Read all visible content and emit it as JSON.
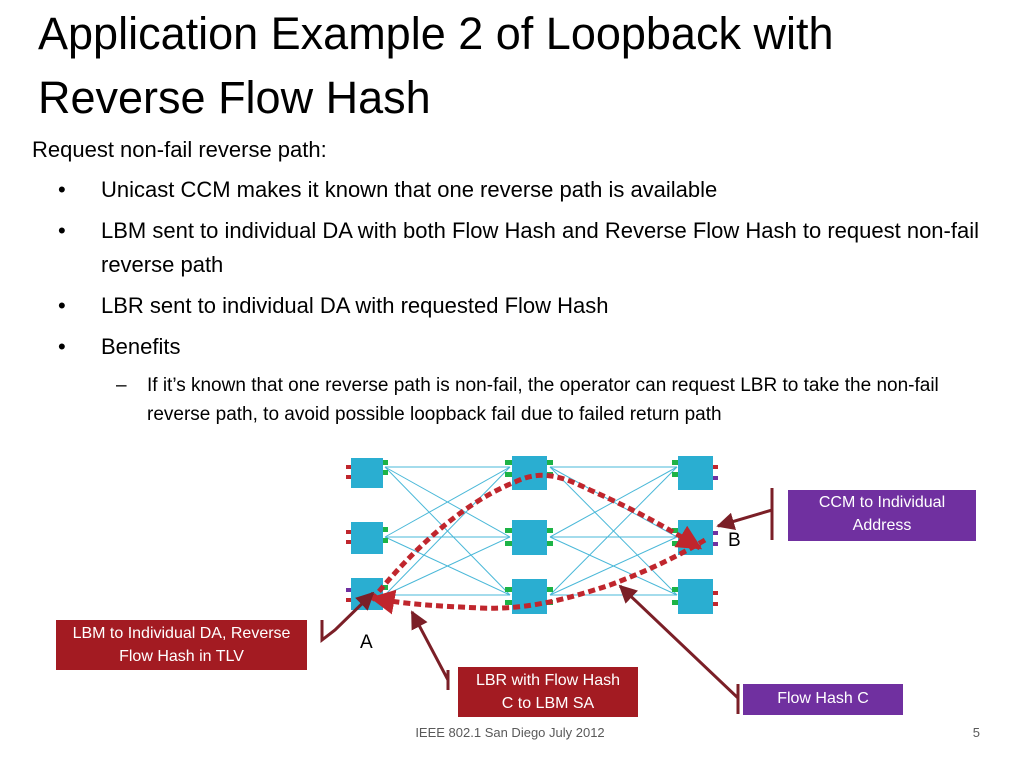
{
  "slide": {
    "title": "Application Example 2 of Loopback with Reverse Flow Hash",
    "lead": "Request non-fail reverse path:",
    "bullets": [
      "Unicast CCM makes it known that one reverse path is available",
      "LBM sent to individual DA with both Flow Hash and Reverse Flow Hash to request non-fail reverse path",
      "LBR sent to individual DA with requested Flow Hash",
      "Benefits"
    ],
    "bullet_mark": "•",
    "sub_mark": "–",
    "sub_bullet": "If it’s known that one reverse path is non-fail, the operator can request LBR to take the non-fail reverse path, to avoid possible loopback fail due to failed return path"
  },
  "diagram": {
    "node_a": "A",
    "node_b": "B",
    "callout_lbm": "LBM to Individual DA, Reverse Flow Hash in TLV",
    "callout_lbr": "LBR with Flow Hash C to LBM SA",
    "callout_ccm": "CCM to Individual Address",
    "callout_flowhash": "Flow Hash C",
    "colors": {
      "switch": "#2aaed1",
      "port_green": "#1db346",
      "port_red": "#c0262d",
      "port_purple": "#7030a0",
      "link": "#4ab8d8",
      "path": "#c0262d",
      "arrow": "#7b1f27",
      "box_red": "#a31b22",
      "box_purple": "#7030a0"
    }
  },
  "footer": {
    "text": "IEEE 802.1 San Diego July 2012",
    "page": "5"
  }
}
